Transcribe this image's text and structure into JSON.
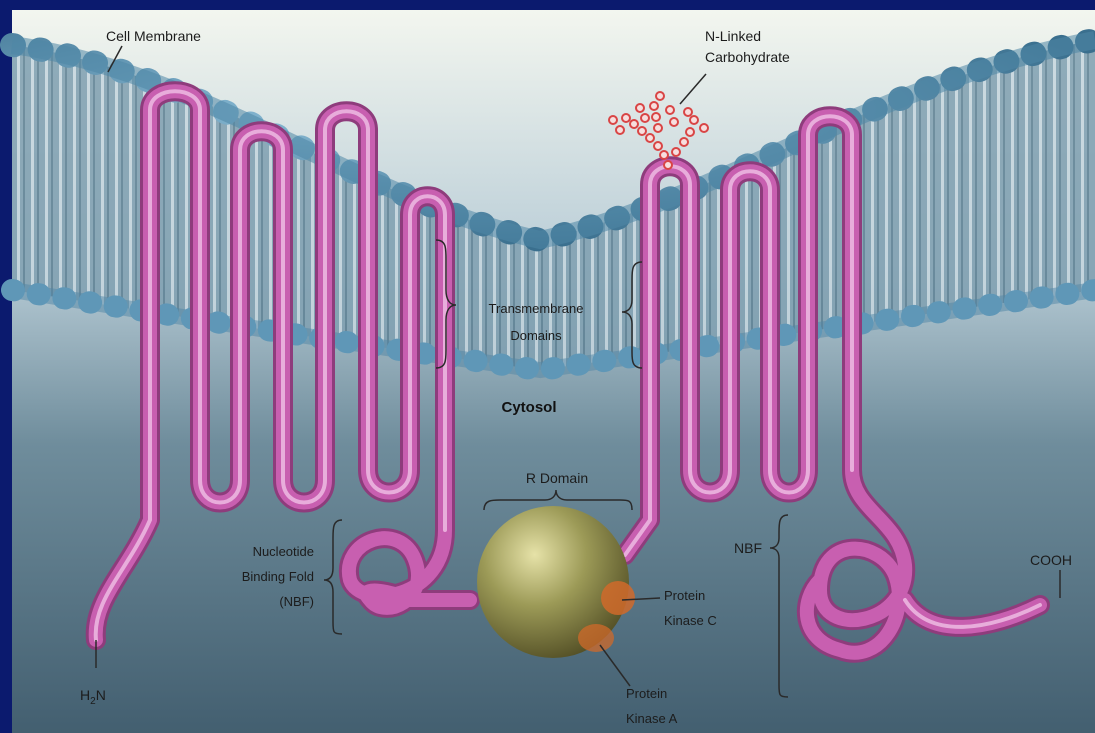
{
  "labels": {
    "cell_membrane": "Cell Membrane",
    "n_linked_line1": "N-Linked",
    "n_linked_line2": "Carbohydrate",
    "transmembrane_line1": "Transmembrane",
    "transmembrane_line2": "Domains",
    "cytosol": "Cytosol",
    "r_domain": "R Domain",
    "nbf_left_line1": "Nucleotide",
    "nbf_left_line2": "Binding Fold",
    "nbf_left_line3": "(NBF)",
    "nbf_right": "NBF",
    "pkc_line1": "Protein",
    "pkc_line2": "Kinase C",
    "pka_line1": "Protein",
    "pka_line2": "Kinase A",
    "h2n_h": "H",
    "h2n_sub": "2",
    "h2n_n": "N",
    "cooh": "COOH"
  },
  "colors": {
    "frame": "#0b1a6e",
    "protein_chain": "#c85fb0",
    "protein_highlight": "#f0c0e6",
    "r_domain_ball": "#8a8a45",
    "kinase_spot": "#d06a2a",
    "carbohydrate": "#d94545",
    "membrane_head": "#4f86a6",
    "membrane_tail": "#9fb8c6"
  }
}
